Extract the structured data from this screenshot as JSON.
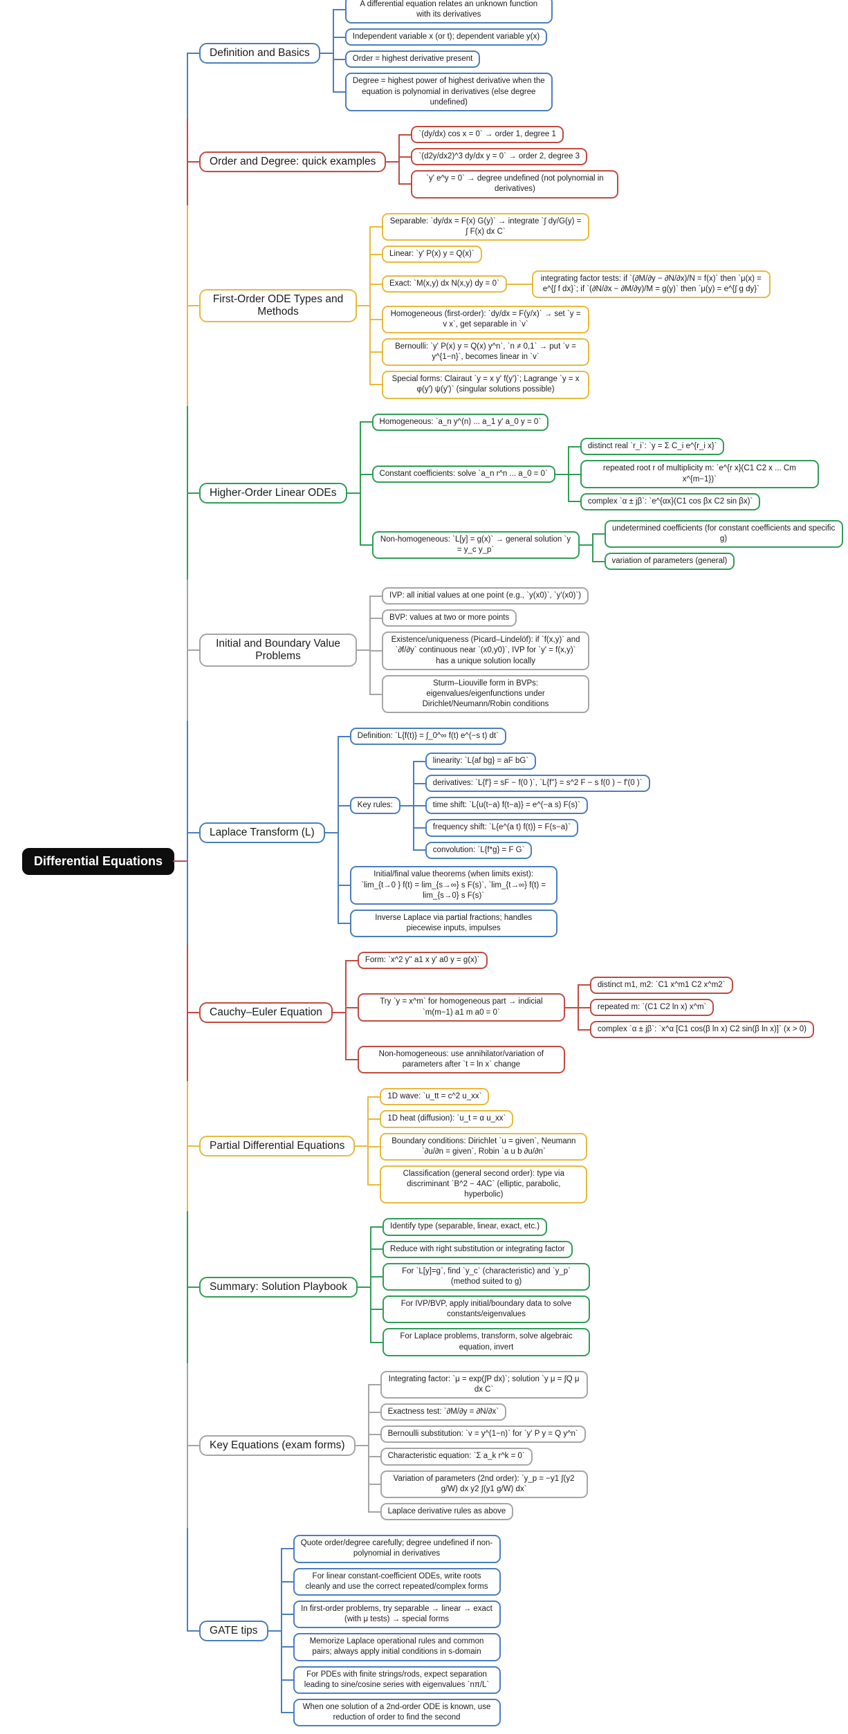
{
  "root": {
    "label": "Differential Equations",
    "bg": "#0d0d0d",
    "text_color": "#ffffff",
    "stub_color": "red"
  },
  "palette": {
    "blue": "#4a7ebd",
    "red": "#c04b41",
    "yellow": "#e7ba3a",
    "green": "#2f9e57",
    "gray": "#a5a5a5"
  },
  "branches": [
    {
      "label": "Definition and Basics",
      "color": "blue",
      "children": [
        {
          "label": "A differential equation relates an unknown function with its derivatives"
        },
        {
          "label": "Independent variable x (or t); dependent variable y(x)"
        },
        {
          "label": "Order = highest derivative present"
        },
        {
          "label": "Degree = highest power of highest derivative when the equation is polynomial in derivatives (else degree undefined)"
        }
      ]
    },
    {
      "label": "Order and Degree: quick examples",
      "color": "red",
      "children": [
        {
          "label": "`(dy/dx) cos x = 0` → order 1, degree 1"
        },
        {
          "label": "`(d2y/dx2)^3 dy/dx y = 0` → order 2, degree 3"
        },
        {
          "label": "`y' e^y = 0` → degree undefined (not polynomial in derivatives)"
        }
      ]
    },
    {
      "label": "First-Order ODE Types and Methods",
      "color": "yellow",
      "wrap_label": true,
      "children": [
        {
          "label": "Separable: `dy/dx = F(x) G(y)` → integrate `∫ dy/G(y) = ∫ F(x) dx C`"
        },
        {
          "label": "Linear: `y' P(x) y = Q(x)`"
        },
        {
          "label": "Exact: `M(x,y) dx N(x,y) dy = 0`",
          "children": [
            {
              "label": "integrating factor tests: if `(∂M/∂y − ∂N/∂x)/N = f(x)` then `μ(x) = e^{∫ f dx}`; if `(∂N/∂x − ∂M/∂y)/M = g(y)` then `μ(y) = e^{∫ g dy}`"
            }
          ]
        },
        {
          "label": "Homogeneous (first-order): `dy/dx = F(y/x)` → set `y = v x`, get separable in `v`"
        },
        {
          "label": "Bernoulli: `y' P(x) y = Q(x) y^n`, `n ≠ 0,1` → put `v = y^{1−n}`, becomes linear in `v`"
        },
        {
          "label": "Special forms: Clairaut `y = x y' f(y')`; Lagrange `y = x φ(y') ψ(y')` (singular solutions possible)"
        }
      ]
    },
    {
      "label": "Higher-Order Linear ODEs",
      "color": "green",
      "children": [
        {
          "label": "Homogeneous: `a_n y^(n) ... a_1 y' a_0 y = 0`"
        },
        {
          "label": "Constant coefficients: solve `a_n r^n ... a_0 = 0`",
          "children": [
            {
              "label": "distinct real `r_i`: `y = Σ C_i e^{r_i x}`"
            },
            {
              "label": "repeated root r of multiplicity m: `e^{r x}(C1 C2 x ... Cm x^{m−1})`"
            },
            {
              "label": "complex `α ± jβ`: `e^{αx}(C1 cos βx C2 sin βx)`"
            }
          ]
        },
        {
          "label": "Non-homogeneous: `L[y] = g(x)` → general solution `y = y_c y_p`",
          "children": [
            {
              "label": "undetermined coefficients (for constant coefficients and specific g)"
            },
            {
              "label": "variation of parameters (general)"
            }
          ]
        }
      ]
    },
    {
      "label": "Initial and Boundary Value Problems",
      "color": "gray",
      "wrap_label": true,
      "children": [
        {
          "label": "IVP: all initial values at one point (e.g., `y(x0)`, `y'(x0)`)"
        },
        {
          "label": "BVP: values at two or more points"
        },
        {
          "label": "Existence/uniqueness (Picard–Lindelöf): if `f(x,y)` and `∂f/∂y` continuous near `(x0,y0)`, IVP for `y' = f(x,y)` has a unique solution locally"
        },
        {
          "label": "Sturm–Liouville form in BVPs: eigenvalues/eigenfunctions under Dirichlet/Neumann/Robin conditions"
        }
      ]
    },
    {
      "label": "Laplace Transform (L)",
      "color": "blue",
      "children": [
        {
          "label": "Definition: `L{f(t)} = ∫_0^∞ f(t) e^(−s t) dt`"
        },
        {
          "label": "Key rules:",
          "children": [
            {
              "label": "linearity: `L{af bg} = aF bG`"
            },
            {
              "label": "derivatives: `L{f'} = sF − f(0 )`, `L{f''} = s^2 F − s f(0 ) − f'(0 )`"
            },
            {
              "label": "time shift: `L{u(t−a) f(t−a)} = e^(−a s) F(s)`"
            },
            {
              "label": "frequency shift: `L{e^(a t) f(t)} = F(s−a)`"
            },
            {
              "label": "convolution: `L{f*g} = F G`"
            }
          ]
        },
        {
          "label": "Initial/final value theorems (when limits exist): `lim_{t→0 } f(t) = lim_{s→∞} s F(s)`, `lim_{t→∞} f(t) = lim_{s→0} s F(s)`"
        },
        {
          "label": "Inverse Laplace via partial fractions; handles piecewise inputs, impulses"
        }
      ]
    },
    {
      "label": "Cauchy–Euler Equation",
      "color": "red",
      "children": [
        {
          "label": "Form: `x^2 y'' a1 x y' a0 y = g(x)`"
        },
        {
          "label": "Try `y = x^m` for homogeneous part → indicial `m(m−1) a1 m a0 = 0`",
          "children": [
            {
              "label": "distinct m1, m2: `C1 x^m1 C2 x^m2`"
            },
            {
              "label": "repeated m: `(C1 C2 ln x) x^m`"
            },
            {
              "label": "complex `α ± jβ`: `x^α [C1 cos(β ln x) C2 sin(β ln x)]` (x > 0)"
            }
          ]
        },
        {
          "label": "Non-homogeneous: use annihilator/variation of parameters after `t = ln x` change"
        }
      ]
    },
    {
      "label": "Partial Differential Equations",
      "color": "yellow",
      "children": [
        {
          "label": "1D wave: `u_tt = c^2 u_xx`"
        },
        {
          "label": "1D heat (diffusion): `u_t = α u_xx`"
        },
        {
          "label": "Boundary conditions: Dirichlet `u = given`, Neumann `∂u/∂n = given`, Robin `a u b ∂u/∂n`"
        },
        {
          "label": "Classification (general second order): type via discriminant `B^2 − 4AC` (elliptic, parabolic, hyperbolic)"
        }
      ]
    },
    {
      "label": "Summary: Solution Playbook",
      "color": "green",
      "children": [
        {
          "label": "Identify type (separable, linear, exact, etc.)"
        },
        {
          "label": "Reduce with right substitution or integrating factor"
        },
        {
          "label": "For `L[y]=g`, find `y_c` (characteristic) and `y_p` (method suited to g)"
        },
        {
          "label": "For IVP/BVP, apply initial/boundary data to solve constants/eigenvalues"
        },
        {
          "label": "For Laplace problems, transform, solve algebraic equation, invert"
        }
      ]
    },
    {
      "label": "Key Equations (exam forms)",
      "color": "gray",
      "children": [
        {
          "label": "Integrating factor: `μ = exp(∫P dx)`; solution `y μ = ∫Q μ dx C`"
        },
        {
          "label": "Exactness test: `∂M/∂y = ∂N/∂x`"
        },
        {
          "label": "Bernoulli substitution: `v = y^(1−n)` for `y' P y = Q y^n`"
        },
        {
          "label": "Characteristic equation: `Σ a_k r^k = 0`"
        },
        {
          "label": "Variation of parameters (2nd order): `y_p = −y1 ∫(y2 g/W) dx y2 ∫(y1 g/W) dx`"
        },
        {
          "label": "Laplace derivative rules as above"
        }
      ]
    },
    {
      "label": "GATE tips",
      "color": "blue",
      "children": [
        {
          "label": "Quote order/degree carefully; degree undefined if non-polynomial in derivatives"
        },
        {
          "label": "For linear constant-coefficient ODEs, write roots cleanly and use the correct repeated/complex forms"
        },
        {
          "label": "In first-order problems, try separable → linear → exact (with μ tests) → special forms"
        },
        {
          "label": "Memorize Laplace operational rules and common pairs; always apply initial conditions in s-domain"
        },
        {
          "label": "For PDEs with finite strings/rods, expect separation leading to sine/cosine series with eigenvalues `nπ/L`"
        },
        {
          "label": "When one solution of a 2nd-order ODE is known, use reduction of order to find the second"
        }
      ]
    }
  ]
}
